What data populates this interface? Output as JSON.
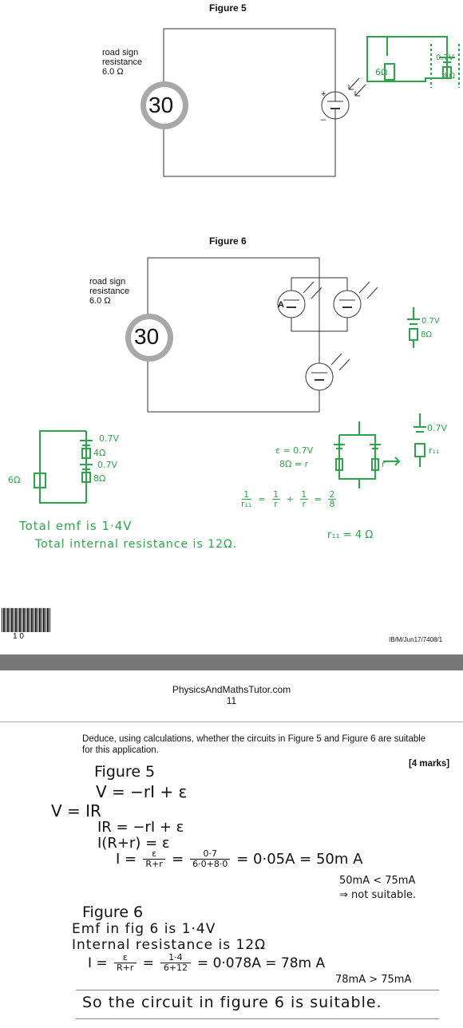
{
  "page1": {
    "figure5": {
      "title": "Figure 5",
      "road_sign_label": [
        "road sign",
        "resistance",
        "6.0 Ω"
      ],
      "sign_number": "30",
      "plus": "+",
      "minus": "–",
      "annotations": {
        "r6": "6Ω",
        "emf": "0.7V",
        "r8": "8Ω"
      }
    },
    "figure6": {
      "title": "Figure 6",
      "road_sign_label": [
        "road sign",
        "resistance",
        "6.0 Ω"
      ],
      "sign_number": "30",
      "cell_label": "A",
      "annotations": {
        "emf": "0.7V",
        "r8": "8Ω"
      }
    },
    "working": {
      "left": {
        "emf1": "0.7V",
        "r4": "4Ω",
        "emf2": "0.7V",
        "r8": "8Ω",
        "r6": "6Ω"
      },
      "eps": "ε = 0.7V",
      "r_eq": "8Ω = r",
      "r_label": "r",
      "r11_label": "r₁₁",
      "right_emf": "0.7V",
      "recip_eq": [
        "1",
        "r₁₁",
        "=",
        "1",
        "r",
        "+",
        "1",
        "r",
        "=",
        "2",
        "8"
      ],
      "r11_result": "r₁₁ = 4 Ω",
      "total_emf": "Total emf is 1·4V",
      "total_r": "Total internal resistance is 12Ω."
    },
    "footer": {
      "page_number": "1 0",
      "code": "IB/M/Jun17/7408/1"
    }
  },
  "page2": {
    "site": "PhysicsAndMathsTutor.com",
    "page_number": "11",
    "question": "Deduce, using calculations, whether the circuits in Figure 5 and Figure 6 are suitable for this application.",
    "marks": "[4 marks]",
    "answer": {
      "l1": "Figure 5",
      "l2": "V = −rI + ε",
      "l3": "V = IR",
      "l4": "IR = −rI + ε",
      "l5": "I(R+r) = ε",
      "l6a": "I =",
      "l6_frac1": [
        "ε",
        "R+r"
      ],
      "l6_frac2": [
        "0·7",
        "6·0+8·0"
      ],
      "l6b": "= 0·05A = 50m A",
      "l7": "50mA < 75mA",
      "l8": "⇒ not suitable.",
      "l9": "Figure 6",
      "l10": "Emf in fig 6 is 1·4V",
      "l11": "Internal resistance is 12Ω",
      "l12a": "I =",
      "l12_frac1": [
        "ε",
        "R+r"
      ],
      "l12_frac2": [
        "1·4",
        "6+12"
      ],
      "l12b": "= 0·078A = 78m A",
      "l13": "78mA > 75mA",
      "l14": "So the circuit in figure 6 is suitable."
    }
  }
}
